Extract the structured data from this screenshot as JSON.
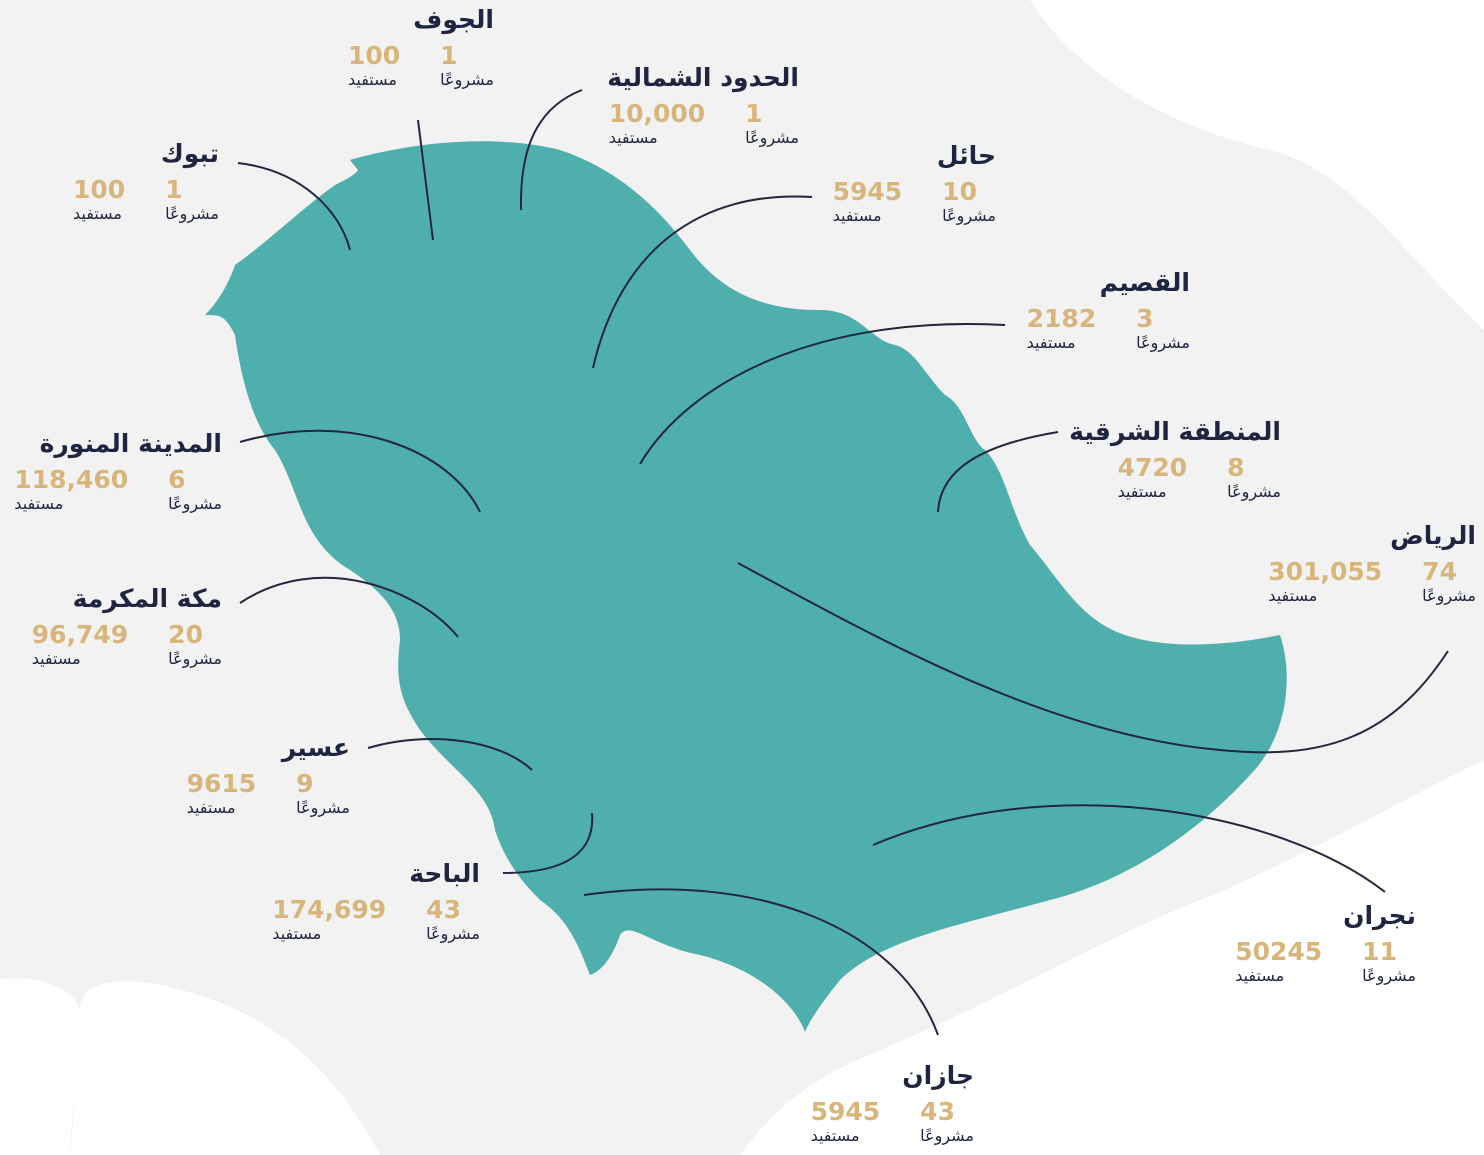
{
  "colors": {
    "map_fill": "#4fafad",
    "background_shape": "#f2f2f2",
    "leader_line": "#23263f",
    "number": "#d8b57a",
    "text": "#1f2540"
  },
  "labels": {
    "projects": "مشروعًا",
    "beneficiaries": "مستفيد"
  },
  "regions": [
    {
      "id": "aljouf",
      "name": "الجوف",
      "projects": "1",
      "beneficiaries": "100"
    },
    {
      "id": "northern-borders",
      "name": "الحدود الشمالية",
      "projects": "1",
      "beneficiaries": "10,000"
    },
    {
      "id": "tabuk",
      "name": "تبوك",
      "projects": "1",
      "beneficiaries": "100"
    },
    {
      "id": "hail",
      "name": "حائل",
      "projects": "10",
      "beneficiaries": "5945"
    },
    {
      "id": "qassim",
      "name": "القصيم",
      "projects": "3",
      "beneficiaries": "2182"
    },
    {
      "id": "madinah",
      "name": "المدينة المنورة",
      "projects": "6",
      "beneficiaries": "118,460"
    },
    {
      "id": "eastern",
      "name": "المنطقة الشرقية",
      "projects": "8",
      "beneficiaries": "4720"
    },
    {
      "id": "riyadh",
      "name": "الرياض",
      "projects": "74",
      "beneficiaries": "301,055"
    },
    {
      "id": "makkah",
      "name": "مكة المكرمة",
      "projects": "20",
      "beneficiaries": "96,749"
    },
    {
      "id": "asir",
      "name": "عسير",
      "projects": "9",
      "beneficiaries": "9615"
    },
    {
      "id": "albaha",
      "name": "الباحة",
      "projects": "43",
      "beneficiaries": "174,699"
    },
    {
      "id": "najran",
      "name": "نجران",
      "projects": "11",
      "beneficiaries": "50245"
    },
    {
      "id": "jazan",
      "name": "جازان",
      "projects": "43",
      "beneficiaries": "5945"
    }
  ]
}
